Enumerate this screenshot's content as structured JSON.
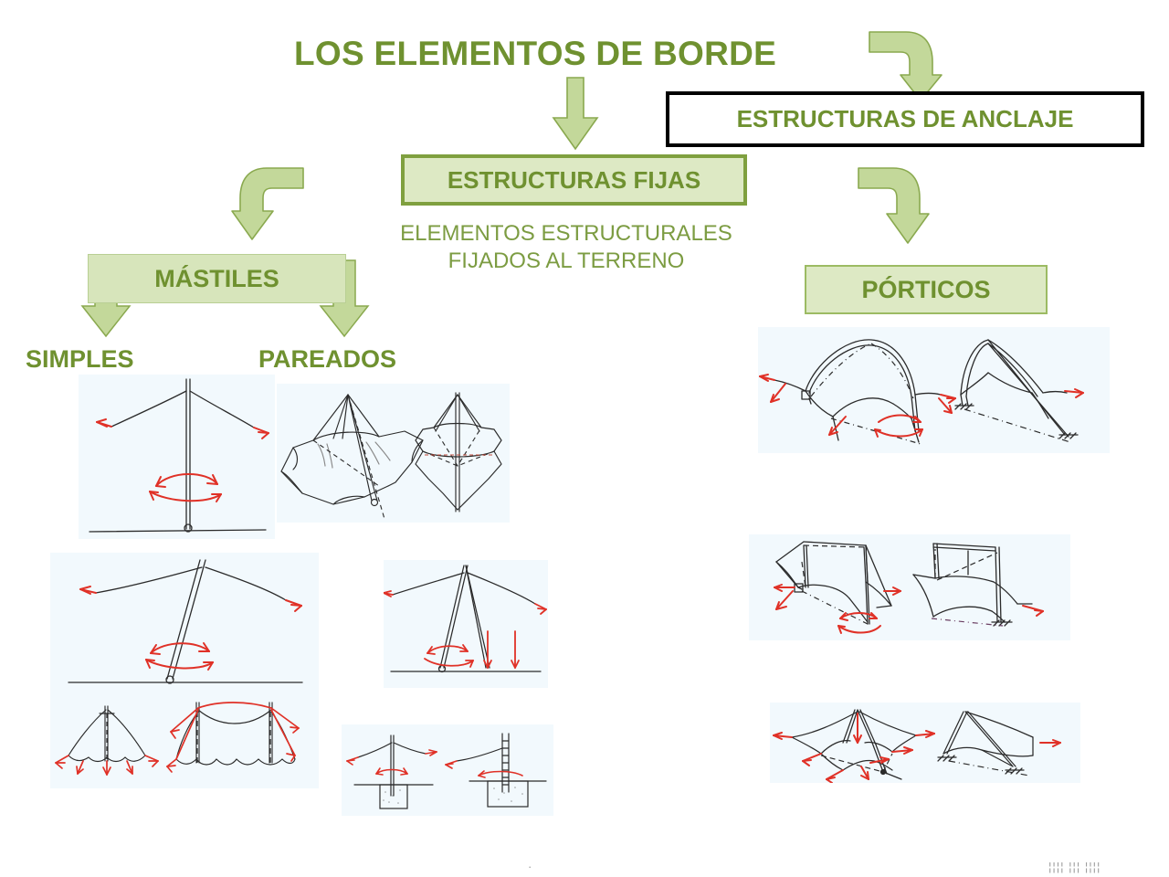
{
  "slide": {
    "title": "LOS ELEMENTOS DE BORDE",
    "background_color": "#ffffff",
    "accent_green": "#6f9130",
    "box_fill_light": "#dde9c4",
    "box_border_green": "#7fa03f",
    "arrow_fill": "#c3d89a",
    "arrow_border": "#8aa94f",
    "sketch_bg": "#f2f9fd",
    "force_arrow_color": "#e03127"
  },
  "boxes": {
    "anclaje": {
      "label": "ESTRUCTURAS DE ANCLAJE",
      "fill": "#ffffff",
      "border": "#000000"
    },
    "fijas": {
      "label": "ESTRUCTURAS FIJAS",
      "fill": "#dde9c4",
      "border": "#7fa03f"
    },
    "mastiles": {
      "label": "MÁSTILES",
      "fill": "#d7e5bb",
      "border": "#b9cf94"
    },
    "porticos": {
      "label": "PÓRTICOS",
      "fill": "#dde9c4",
      "border": "#9cbb63"
    }
  },
  "captions": {
    "fijas_description_line1": "ELEMENTOS ESTRUCTURALES",
    "fijas_description_line2": "FIJADOS AL TERRENO",
    "simples": "SIMPLES",
    "pareados": "PAREADOS"
  },
  "arrows": [
    {
      "name": "arrow-title-to-fijas",
      "shape": "straight-down"
    },
    {
      "name": "arrow-title-to-anclaje",
      "shape": "bent-left-to-down"
    },
    {
      "name": "arrow-fijas-to-mastiles",
      "shape": "bent-right-to-down"
    },
    {
      "name": "arrow-fijas-to-porticos",
      "shape": "bent-left-to-down"
    },
    {
      "name": "arrow-mastiles-to-simples",
      "shape": "straight-down"
    },
    {
      "name": "arrow-mastiles-to-pareados",
      "shape": "straight-down"
    }
  ],
  "figures": [
    {
      "name": "figure-mast-simple-vertical",
      "column": "simples",
      "description": "Mástil simple vertical con cables y flechas de giro"
    },
    {
      "name": "figure-mast-paired-membrane",
      "column": "pareados",
      "description": "Mástiles pareados soportando membrana tensada, vista en planta y alzado"
    },
    {
      "name": "figure-mast-simple-inclined",
      "column": "simples",
      "description": "Mástil simple inclinado con cables y base articulada"
    },
    {
      "name": "figure-mast-paired-inclined",
      "column": "pareados",
      "description": "Mástiles pareados inclinados con cables y anclajes"
    },
    {
      "name": "figure-membrane-tents",
      "column": "simples",
      "description": "Dos carpas de membrana con flechas de esfuerzo"
    },
    {
      "name": "figure-mast-foundations",
      "column": "pareados",
      "description": "Detalles de cimentación de mástil empotrado en dado de hormigón"
    },
    {
      "name": "figure-portico-arched",
      "column": "porticos",
      "description": "Pórticos arqueados con membrana y flechas de esfuerzo"
    },
    {
      "name": "figure-portico-straight",
      "column": "porticos",
      "description": "Pórticos rectos con membrana y flechas de esfuerzo"
    },
    {
      "name": "figure-portico-conical",
      "column": "porticos",
      "description": "Estructuras cónicas e inclinadas con flechas de esfuerzo"
    }
  ],
  "footer": {
    "left_fragment": "·",
    "right_fragment": "¦¦¦¦ ¦¦¦ ¦¦¦¦"
  }
}
